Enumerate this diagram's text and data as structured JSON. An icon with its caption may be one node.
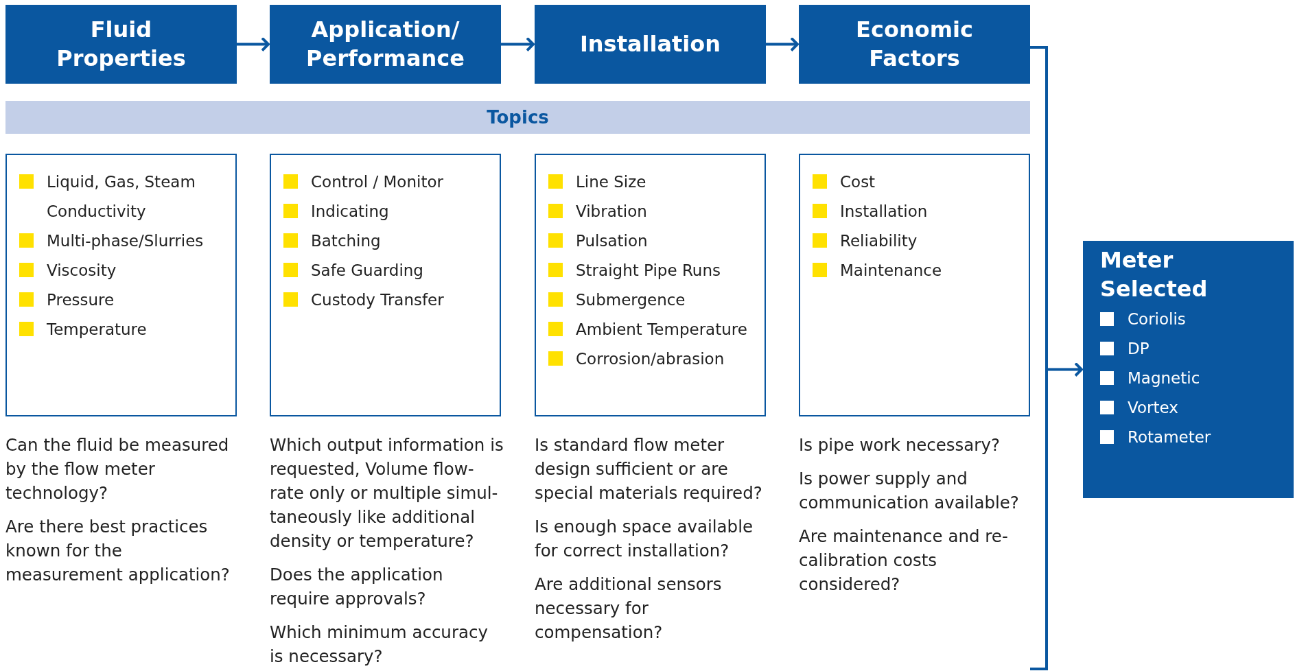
{
  "diagram": {
    "nodes": [
      {
        "text": [
          "Fluid Properties"
        ]
      },
      {
        "text": [
          "Application/ Performance"
        ]
      },
      {
        "text": [
          "Installation"
        ]
      },
      {
        "text": [
          "Economic Factors"
        ]
      },
      {
        "text": [
          "Topics"
        ]
      },
      {
        "text": [
          "Liquid, Gas, Steam Conductivity",
          "Multi-phase/Slurries",
          "Viscosity",
          "Pressure",
          "Temperature"
        ],
        "beside": [
          "Can the fluid be measured by the flow meter technology?",
          "Are there best practices known for the measurement application?"
        ]
      },
      {
        "text": [
          "Control / Monitor",
          "Indicating",
          "Batching",
          "Safe Guarding",
          "Custody Transfer"
        ],
        "beside": [
          "Which output information is requested, Volume flow-rate only or multiple simul-taneously like additional density or temperature?",
          "Does the application require approvals?",
          "Which minimum accuracy is necessary?"
        ]
      },
      {
        "text": [
          "Line Size",
          "Vibration",
          "Pulsation",
          "Straight Pipe Runs",
          "Submergence",
          "Ambient Temperature",
          "Corrosion/abrasion"
        ],
        "beside": [
          "Is standard flow meter design sufficient or are special materials required?",
          "Is enough space available for correct installation?",
          "Are additional sensors necessary for compensation?"
        ]
      },
      {
        "text": [
          "Cost",
          "Installation",
          "Reliability",
          "Maintenance"
        ],
        "beside": [
          "Is pipe work necessary?",
          "Is power supply and communication available?",
          "Are maintenance and re-calibration costs considered?"
        ]
      },
      {
        "text": [
          "Meter Selected",
          "Coriolis",
          "DP",
          "Magnetic",
          "Vortex",
          "Rotameter"
        ]
      }
    ],
    "edges": [
      {
        "from": 0,
        "to": 1,
        "arrow": "to"
      },
      {
        "from": 1,
        "to": 2,
        "arrow": "to"
      },
      {
        "from": 2,
        "to": 3,
        "arrow": "to"
      },
      {
        "from": 3,
        "to": 9,
        "arrow": "to"
      }
    ]
  }
}
